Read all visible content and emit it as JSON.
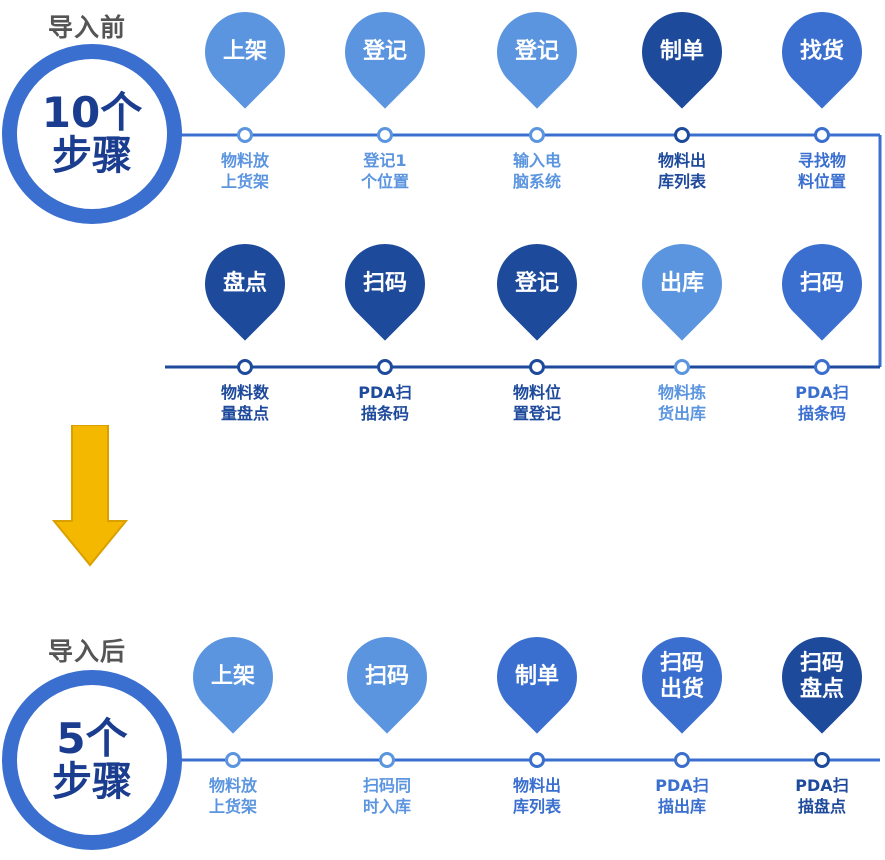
{
  "colors": {
    "light": "#5b95e0",
    "mid": "#3a6fd0",
    "dark": "#1e4a9c",
    "arrow": "#f5b800"
  },
  "before": {
    "label": "导入前",
    "count": "10个",
    "unit": "步骤",
    "steps": [
      {
        "pin": "上架",
        "caption": "物料放\n上货架",
        "shade": "light"
      },
      {
        "pin": "登记",
        "caption": "登记1\n个位置",
        "shade": "light"
      },
      {
        "pin": "登记",
        "caption": "输入电\n脑系统",
        "shade": "light"
      },
      {
        "pin": "制单",
        "caption": "物料出\n库列表",
        "shade": "dark"
      },
      {
        "pin": "找货",
        "caption": "寻找物\n料位置",
        "shade": "mid"
      },
      {
        "pin": "盘点",
        "caption": "物料数\n量盘点",
        "shade": "dark"
      },
      {
        "pin": "扫码",
        "caption": "PDA扫\n描条码",
        "shade": "dark"
      },
      {
        "pin": "登记",
        "caption": "物料位\n置登记",
        "shade": "dark"
      },
      {
        "pin": "出库",
        "caption": "物料拣\n货出库",
        "shade": "light"
      },
      {
        "pin": "扫码",
        "caption": "PDA扫\n描条码",
        "shade": "mid"
      }
    ]
  },
  "after": {
    "label": "导入后",
    "count": "5个",
    "unit": "步骤",
    "steps": [
      {
        "pin": "上架",
        "caption": "物料放\n上货架",
        "shade": "light"
      },
      {
        "pin": "扫码",
        "caption": "扫码同\n时入库",
        "shade": "light"
      },
      {
        "pin": "制单",
        "caption": "物料出\n库列表",
        "shade": "mid"
      },
      {
        "pin": "扫码\n出货",
        "caption": "PDA扫\n描出库",
        "shade": "mid"
      },
      {
        "pin": "扫码\n盘点",
        "caption": "PDA扫\n描盘点",
        "shade": "dark"
      }
    ]
  }
}
